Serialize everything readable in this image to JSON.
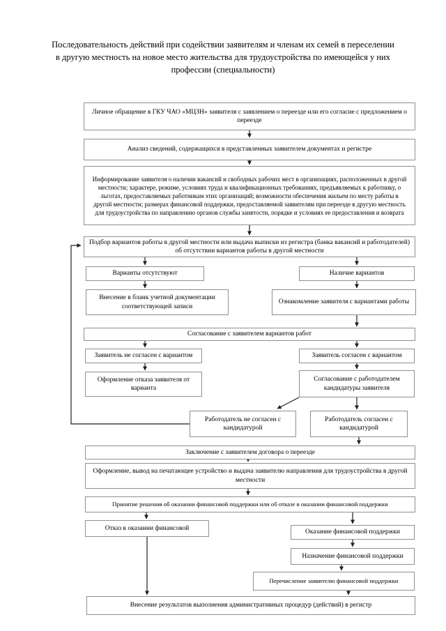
{
  "title": "Последовательность действий при содействии заявителям и членам их семей в переселении в другую местность на новое место жительства для трудоустройства по имеющейся у них профессии (специальности)",
  "colors": {
    "background": "#ffffff",
    "box_border": "#8f8f8f",
    "arrow": "#1f1f1f",
    "text": "#000000"
  },
  "nodes": {
    "personal_appeal": "Личное обращение в ГКУ ЧАО «МЦЗН» заявителя с заявлением о переезде или его согласие с предложением о переезде",
    "analysis": "Анализ сведений, содержащихся в представленных заявителем документах и регистре",
    "informing": "Информирование заявителя о наличии вакансий и свободных рабочих мест в организациях, расположенных в другой местности; характере, режиме, условиях труда и квалификационных требованиях, предъявляемых к работнику, о льготах, предоставляемых работникам этих организаций; возможности обеспечения жильем по месту работы в другой местности; размерах финансовой поддержки, предоставляемой заявителям при переезде в другую местность для трудоустройства по направлению органов службы занятости, порядке и условиях ее предоставления и возврата",
    "selection": "Подбор вариантов работы в другой местности или выдача выписки из регистра (банка вакансий и работодателей) об отсутствии вариантов работы в другой местности",
    "no_options": "Варианты отсутствуют",
    "has_options": "Наличие вариантов",
    "record_entry": "Внесение в бланк учетной документации соответствующей записи",
    "familiarize": "Ознакомление заявителя с вариантами работы",
    "coordination_options": "Согласование с заявителем вариантов работ",
    "client_disagree": "Заявитель не согласен с вариантом",
    "client_agree": "Заявитель согласен с вариантом",
    "refusal": "Оформление отказа заявителя от варианта",
    "employer_coordination": "Согласование с работодателем кандидатуры заявителя",
    "employer_disagree": "Работодатель не согласен с кандидатурой",
    "employer_agree": "Работодатель согласен с кандидатурой",
    "contract": "Заключение с заявителем договора о переезде",
    "registration": "Оформление, вывод на печатающее устройство и выдача заявителю направления для трудоустройства в другой местности",
    "decision": "Принятие решения об оказании финансовой поддержки или об отказе в оказании финансовой поддержки",
    "refuse_support": "Отказ в оказании финансовой",
    "provide_support": "Оказание финансовой поддержки",
    "assign_support": "Назначение финансовой поддержки",
    "transfer_support": "Перечисление заявителю финансовой поддержки",
    "final": "Внесение результатов выполнения административных процедур (действий) в регистр"
  }
}
